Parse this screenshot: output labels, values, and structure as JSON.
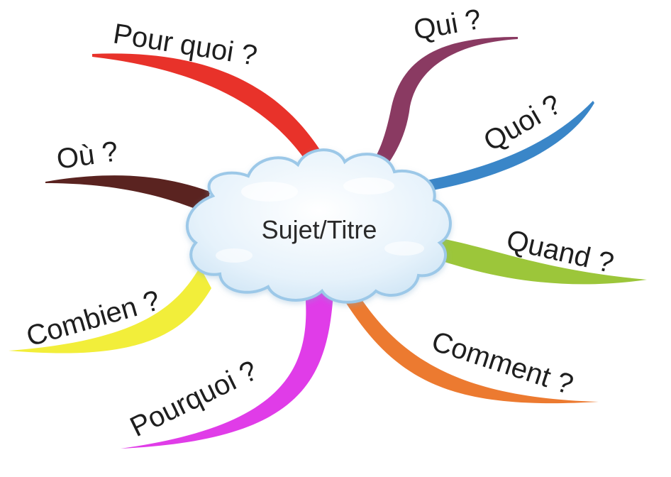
{
  "center": {
    "label": "Sujet/Titre",
    "fill_color": "#eaf4fb",
    "stroke_color": "#9cc8e8"
  },
  "branches": [
    {
      "id": "pour-quoi",
      "label": "Pour quoi ?",
      "color": "#e8322a"
    },
    {
      "id": "qui",
      "label": "Qui ?",
      "color": "#8a3a62"
    },
    {
      "id": "quoi",
      "label": "Quoi ?",
      "color": "#3a86c8"
    },
    {
      "id": "ou",
      "label": "Où ?",
      "color": "#5a2320"
    },
    {
      "id": "quand",
      "label": "Quand ?",
      "color": "#9cc63a"
    },
    {
      "id": "combien",
      "label": "Combien ?",
      "color": "#f2ee3a"
    },
    {
      "id": "comment",
      "label": "Comment ?",
      "color": "#ec7a30"
    },
    {
      "id": "pourquoi",
      "label": "Pourquoi ?",
      "color": "#e03ce8"
    }
  ]
}
